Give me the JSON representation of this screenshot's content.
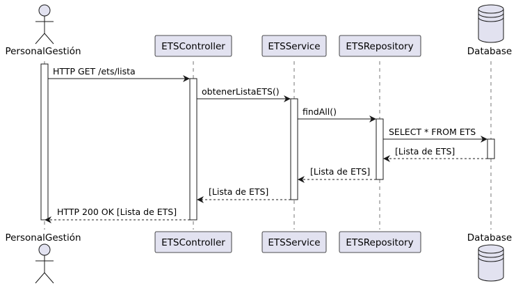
{
  "participants": [
    {
      "id": "personal",
      "label": "PersonalGestión",
      "kind": "actor"
    },
    {
      "id": "controller",
      "label": "ETSController",
      "kind": "box"
    },
    {
      "id": "service",
      "label": "ETSService",
      "kind": "box"
    },
    {
      "id": "repository",
      "label": "ETSRepository",
      "kind": "box"
    },
    {
      "id": "database",
      "label": "Database",
      "kind": "database"
    }
  ],
  "messages": [
    {
      "from": "personal",
      "to": "controller",
      "label": "HTTP GET /ets/lista",
      "style": "solid"
    },
    {
      "from": "controller",
      "to": "service",
      "label": "obtenerListaETS()",
      "style": "solid"
    },
    {
      "from": "service",
      "to": "repository",
      "label": "findAll()",
      "style": "solid"
    },
    {
      "from": "repository",
      "to": "database",
      "label": "SELECT * FROM ETS",
      "style": "solid"
    },
    {
      "from": "database",
      "to": "repository",
      "label": "[Lista de ETS]",
      "style": "dashed"
    },
    {
      "from": "repository",
      "to": "service",
      "label": "[Lista de ETS]",
      "style": "dashed"
    },
    {
      "from": "service",
      "to": "controller",
      "label": "[Lista de ETS]",
      "style": "dashed"
    },
    {
      "from": "controller",
      "to": "personal",
      "label": "HTTP 200 OK [Lista de ETS]",
      "style": "dashed"
    }
  ],
  "colors": {
    "participant_fill": "#E2E2F0",
    "participant_stroke": "#181818",
    "lifeline": "#181818",
    "activation_fill": "#FFFFFF",
    "arrow": "#181818"
  }
}
